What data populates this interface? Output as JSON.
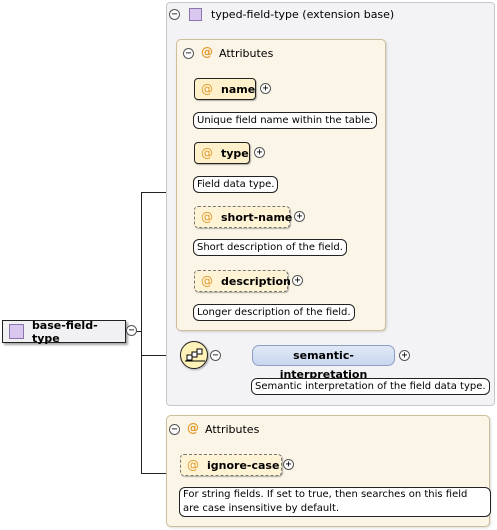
{
  "root": {
    "label": "base-field-type"
  },
  "extension": {
    "label": "typed-field-type (extension base)"
  },
  "attributes_group_1": {
    "label": "Attributes",
    "items": [
      {
        "name": "name",
        "doc": "Unique field name within the table."
      },
      {
        "name": "type",
        "doc": "Field data type."
      },
      {
        "name": "short-name",
        "doc": "Short description of the field."
      },
      {
        "name": "description",
        "doc": "Longer description of the field."
      }
    ]
  },
  "sequence": {
    "element": {
      "name": "semantic-interpretation",
      "doc": "Semantic interpretation of the field data type."
    }
  },
  "attributes_group_2": {
    "label": "Attributes",
    "items": [
      {
        "name": "ignore-case",
        "doc_line1": "For string fields. If set to true, then searches on this field",
        "doc_line2": "are case insensitive by default."
      }
    ]
  },
  "symbols": {
    "collapse": "−",
    "expand": "+",
    "at": "@"
  }
}
